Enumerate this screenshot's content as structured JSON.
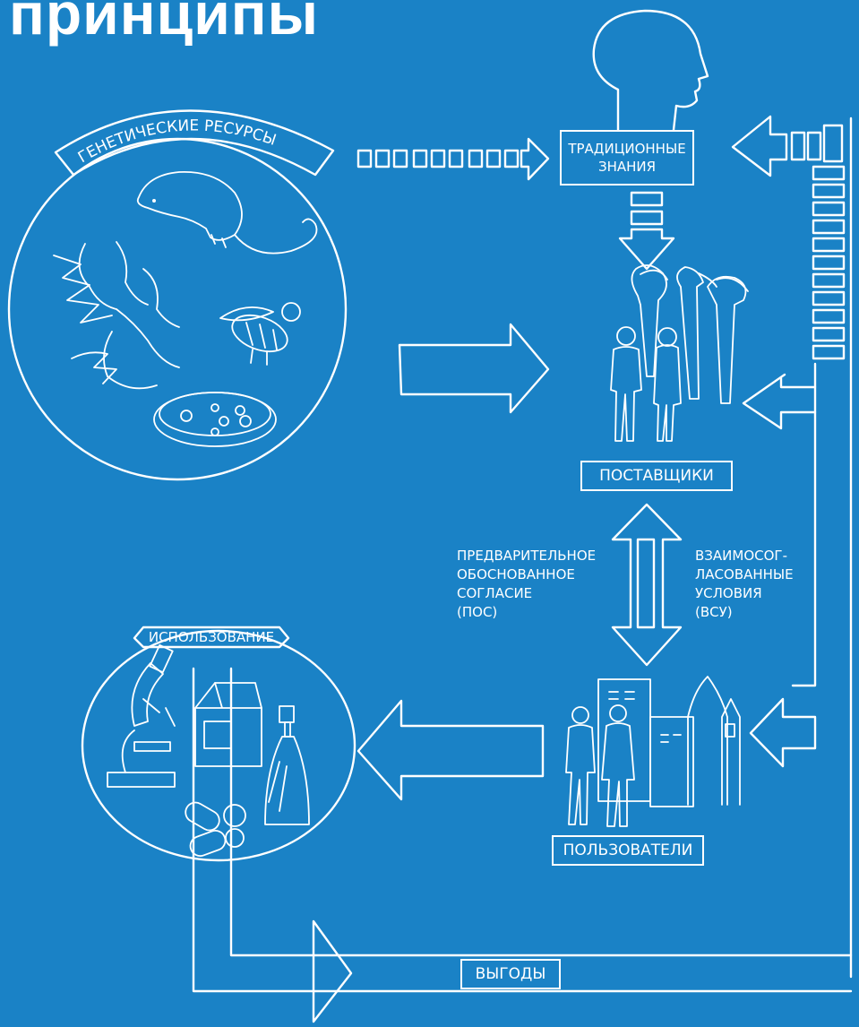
{
  "title": "принципы",
  "genetic_resources": {
    "label": "ГЕНЕТИЧЕСКИЕ РЕСУРСЫ"
  },
  "traditional_knowledge": {
    "line1": "ТРАДИЦИОННЫЕ",
    "line2": "ЗНАНИЯ"
  },
  "providers": {
    "label": "ПОСТАВЩИКИ"
  },
  "pic": {
    "lines": [
      "ПРЕДВАРИТЕЛЬНОЕ",
      "ОБОСНОВАННОЕ",
      "СОГЛАСИЕ",
      "(ПОС)"
    ]
  },
  "mat": {
    "lines": [
      "ВЗАИМОСОГ-",
      "ЛАСОВАННЫЕ",
      "УСЛОВИЯ",
      "(ВСУ)"
    ]
  },
  "utilization": {
    "label": "ИСПОЛЬЗОВАНИЕ"
  },
  "users": {
    "label": "ПОЛЬЗОВАТЕЛИ"
  },
  "benefits": {
    "label": "ВЫГОДЫ"
  },
  "colors": {
    "background": "#1a82c6",
    "ink": "#ffffff"
  }
}
